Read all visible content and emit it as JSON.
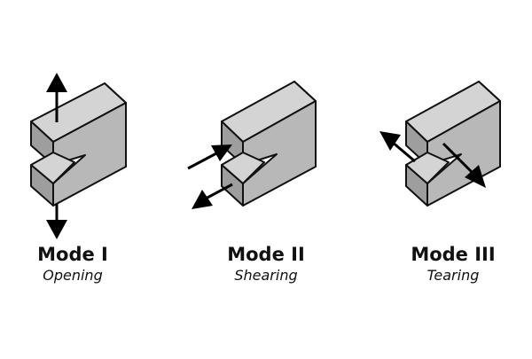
{
  "modes": [
    {
      "title": "Mode I",
      "subtitle": "Opening",
      "icon": "opening-arrows-icon"
    },
    {
      "title": "Mode II",
      "subtitle": "Shearing",
      "icon": "shearing-arrows-icon"
    },
    {
      "title": "Mode III",
      "subtitle": "Tearing",
      "icon": "tearing-arrows-icon"
    }
  ],
  "colors": {
    "top_face": "#d4d4d4",
    "front_face": "#b8b8b8",
    "side_face": "#9e9e9e",
    "outline": "#111111",
    "arrow": "#000000"
  }
}
